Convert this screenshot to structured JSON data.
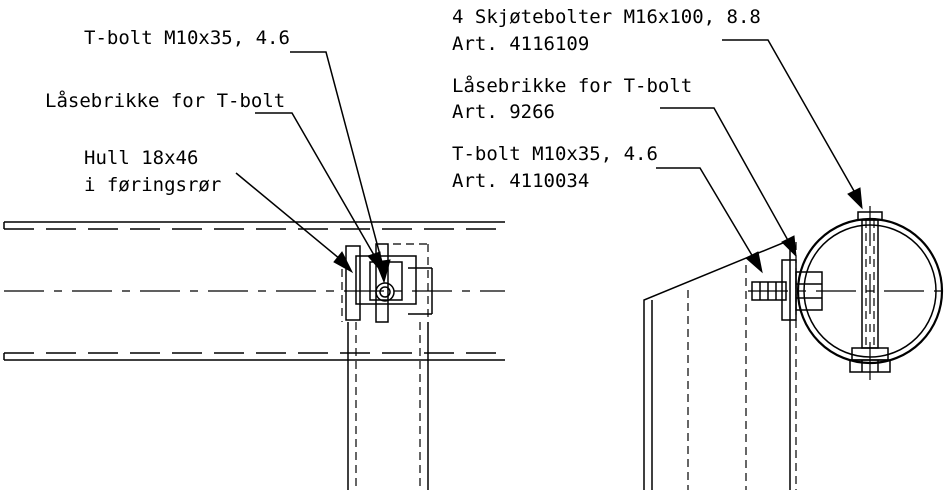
{
  "labels": {
    "left_tbolt": "T-bolt M10x35, 4.6",
    "left_washer": "Låsebrikke for T-bolt",
    "left_hole_1": "Hull 18x46",
    "left_hole_2": "i føringsrør",
    "right_joint_1": "4 Skjøtebolter M16x100, 8.8",
    "right_joint_2": "Art. 4116109",
    "right_washer_1": "Låsebrikke for T-bolt",
    "right_washer_2": "Art. 9266",
    "right_tbolt_1": "T-bolt M10x35, 4.6",
    "right_tbolt_2": "Art. 4110034"
  },
  "colors": {
    "line": "#000000",
    "background": "#ffffff"
  }
}
